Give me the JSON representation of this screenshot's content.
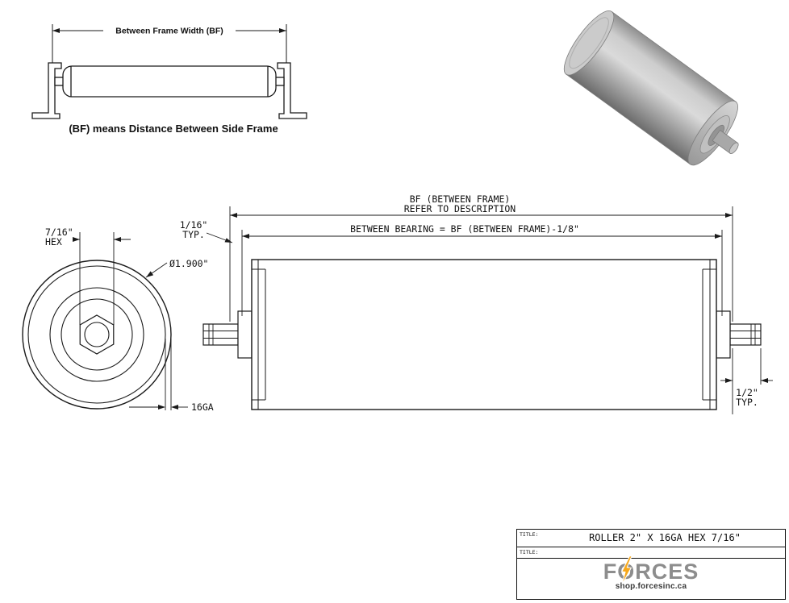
{
  "colors": {
    "line": "#1a1a1a",
    "brand_gray": "#8d8d8d",
    "bolt_yellow": "#f6a81c"
  },
  "bf_diagram": {
    "dim_label": "Between Frame Width (BF)",
    "note": "(BF) means Distance Between Side Frame"
  },
  "end_view": {
    "hex_size": "7/16\"",
    "hex_word": "HEX",
    "diameter": "Ø1.900\"",
    "gauge": "16GA"
  },
  "side_view": {
    "bf_line1": "BF (BETWEEN FRAME)",
    "bf_line2": "REFER TO DESCRIPTION",
    "between_bearing": "BETWEEN BEARING = BF (BETWEEN FRAME)-1/8\"",
    "gap_size": "1/16\"",
    "gap_typ": "TYP.",
    "shaft_ext_size": "1/2\"",
    "shaft_ext_typ": "TYP."
  },
  "title_block": {
    "title_label": "TITLE:",
    "title_value": "ROLLER 2\" X 16GA HEX 7/16\"",
    "brand_f": "F",
    "brand_o": "O",
    "brand_rest": "RCES",
    "website": "shop.forcesinc.ca"
  }
}
